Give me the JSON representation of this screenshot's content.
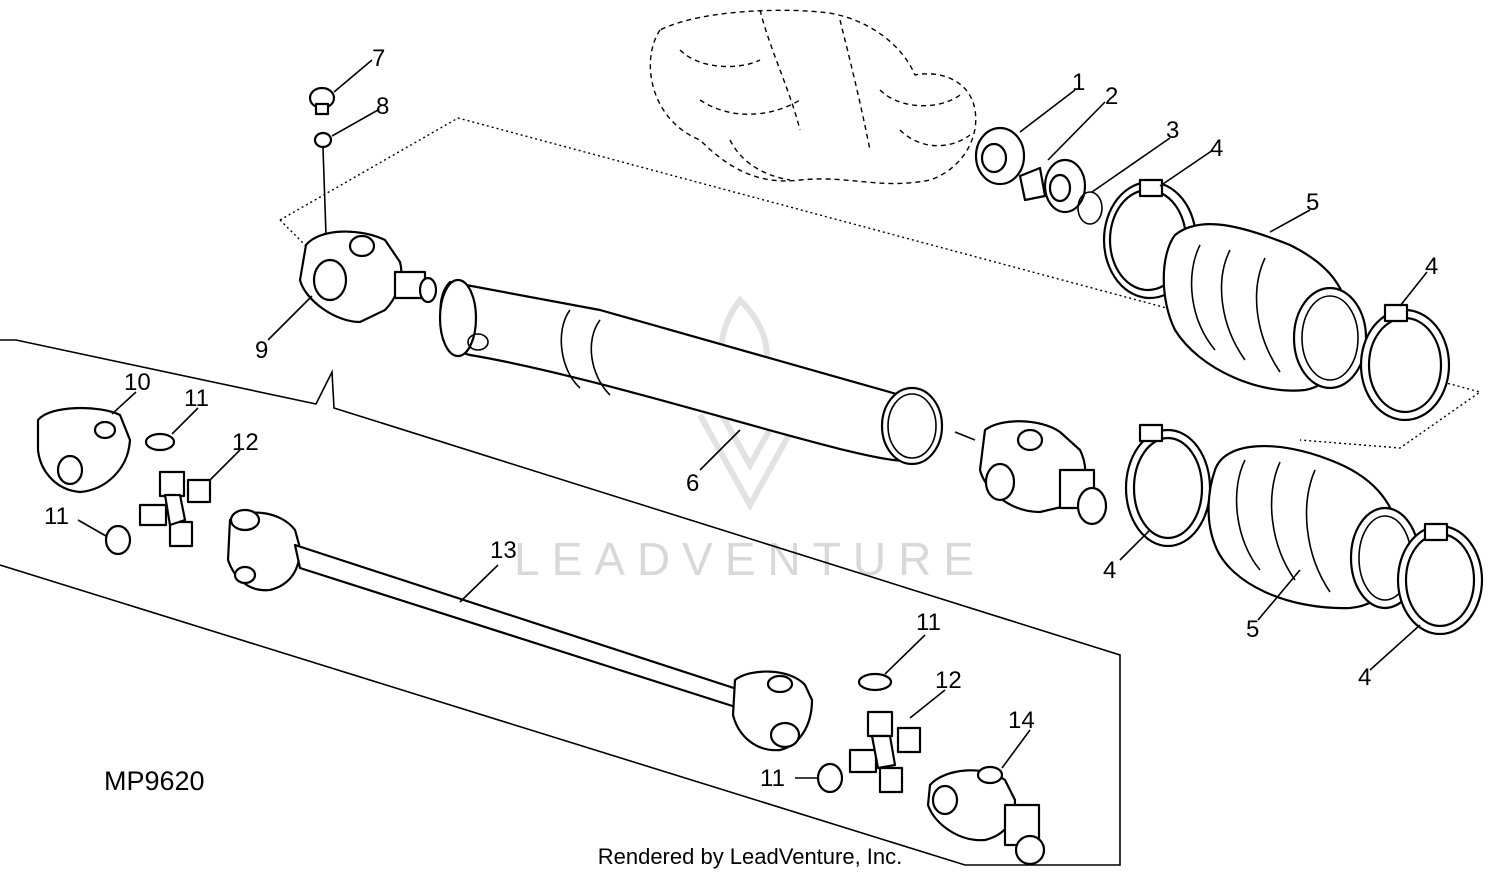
{
  "diagram": {
    "figure_id": "MP9620",
    "credit": "Rendered by LeadVenture, Inc.",
    "watermark": "LEADVENTURE",
    "callouts": [
      {
        "id": "c1",
        "text": "1"
      },
      {
        "id": "c2",
        "text": "2"
      },
      {
        "id": "c3",
        "text": "3"
      },
      {
        "id": "c4a",
        "text": "4"
      },
      {
        "id": "c5a",
        "text": "5"
      },
      {
        "id": "c4b",
        "text": "4"
      },
      {
        "id": "c7",
        "text": "7"
      },
      {
        "id": "c8",
        "text": "8"
      },
      {
        "id": "c9",
        "text": "9"
      },
      {
        "id": "c6",
        "text": "6"
      },
      {
        "id": "c10",
        "text": "10"
      },
      {
        "id": "c11a",
        "text": "11"
      },
      {
        "id": "c12a",
        "text": "12"
      },
      {
        "id": "c11b",
        "text": "11"
      },
      {
        "id": "c13",
        "text": "13"
      },
      {
        "id": "c4c",
        "text": "4"
      },
      {
        "id": "c5b",
        "text": "5"
      },
      {
        "id": "c4d",
        "text": "4"
      },
      {
        "id": "c11c",
        "text": "11"
      },
      {
        "id": "c12b",
        "text": "12"
      },
      {
        "id": "c14",
        "text": "14"
      },
      {
        "id": "c11d",
        "text": "11"
      }
    ]
  }
}
